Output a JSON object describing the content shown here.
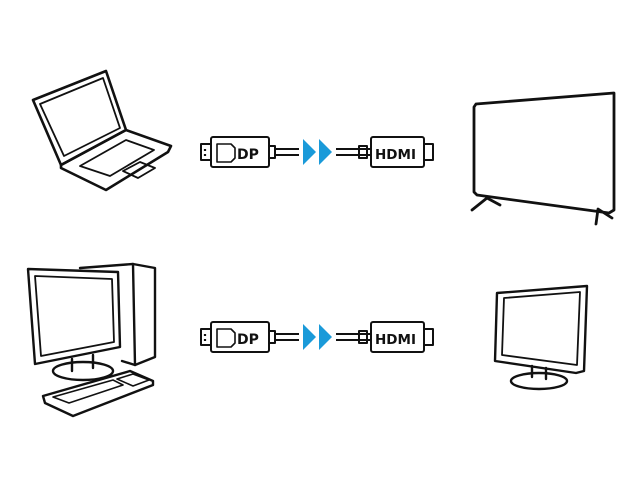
{
  "diagram": {
    "rows": [
      {
        "source": {
          "device": "laptop",
          "icon": "laptop-icon"
        },
        "cable": {
          "from_label": "DP",
          "to_label": "HDMI",
          "arrow_icon": "double-chevron-right-icon"
        },
        "target": {
          "device": "tv",
          "icon": "tv-icon"
        }
      },
      {
        "source": {
          "device": "desktop-pc",
          "icon": "desktop-computer-icon"
        },
        "cable": {
          "from_label": "DP",
          "to_label": "HDMI",
          "arrow_icon": "double-chevron-right-icon"
        },
        "target": {
          "device": "monitor",
          "icon": "monitor-icon"
        }
      }
    ],
    "colors": {
      "line": "#111111",
      "arrow": "#1a9ad9",
      "background": "#ffffff"
    }
  }
}
